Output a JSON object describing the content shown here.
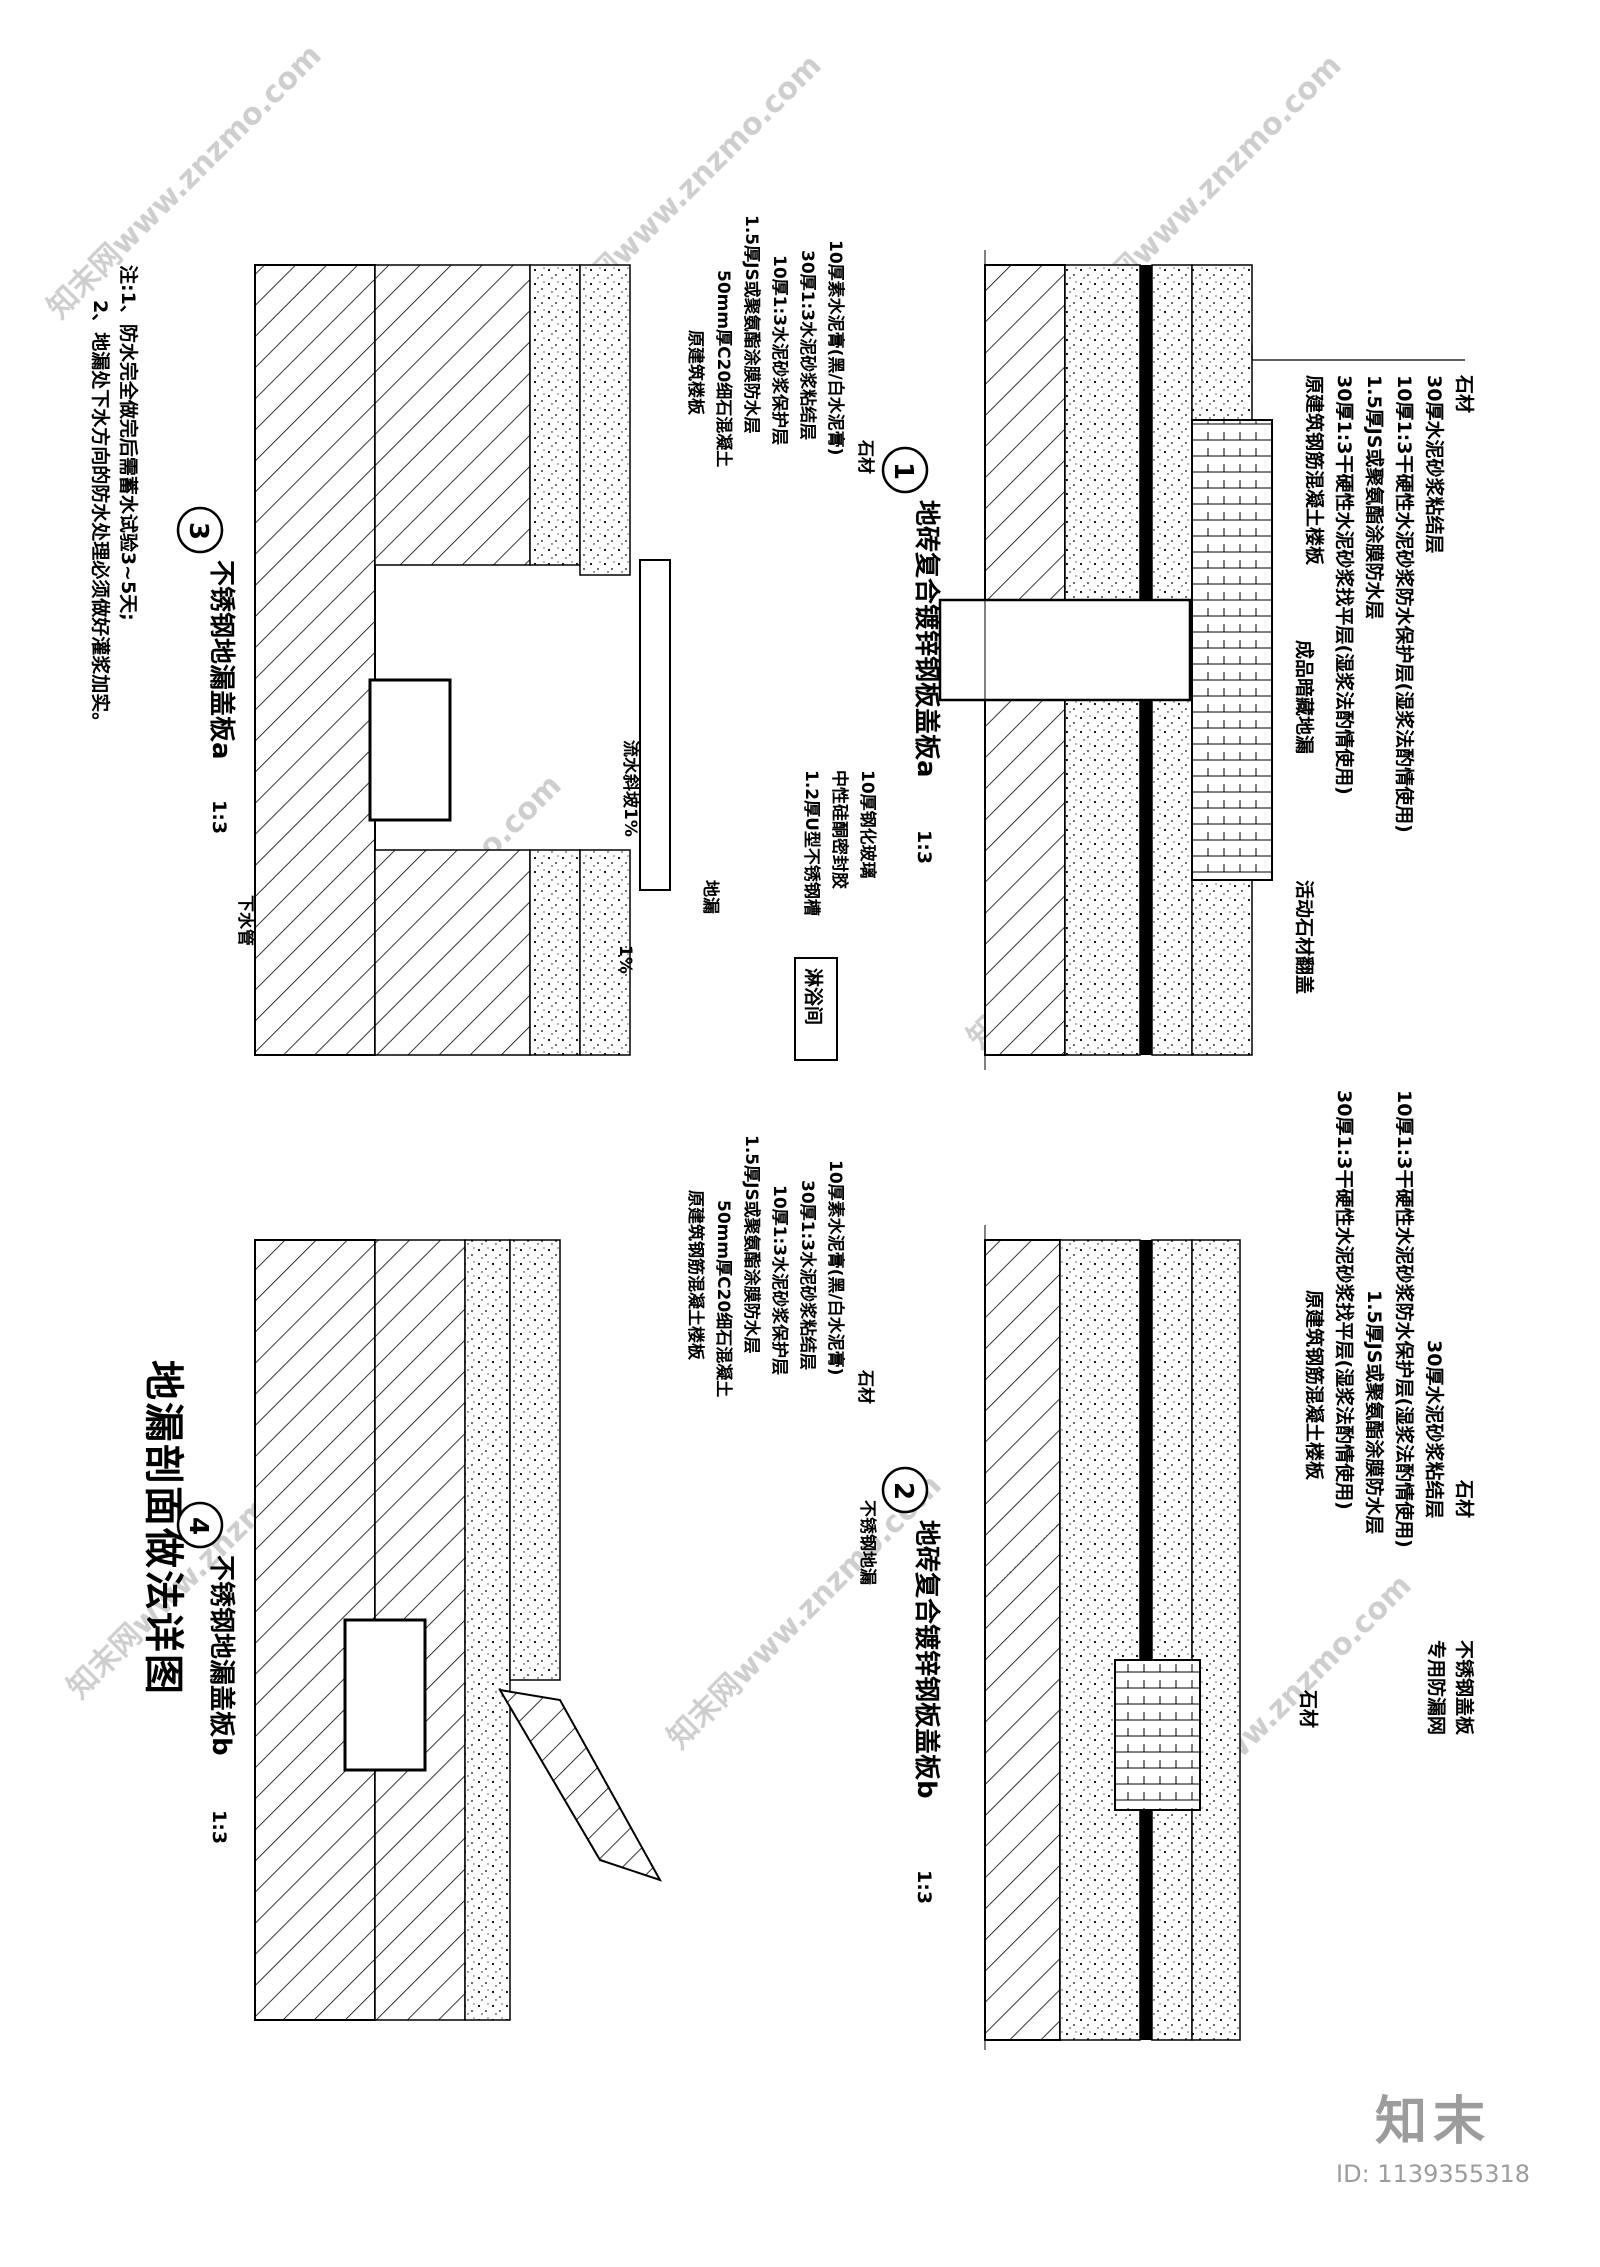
{
  "main_title": "地漏剖面做法详图",
  "watermark": {
    "text": "知末网www.znzmo.com"
  },
  "brand": {
    "logo": "知末",
    "id_label": "ID: 1139355318"
  },
  "notes": {
    "line1": "注:1、防水完全做完后需蓄水试验3~5天;",
    "line2": "2、地漏处下水方向的防水处理必须做好灌浆加实。"
  },
  "details": [
    {
      "number": "1",
      "title": "地砖复合镀锌钢板盖板a",
      "scale": "1:3",
      "layers": [
        "石材",
        "30厚水泥砂浆粘结层",
        "10厚1:3干硬性水泥砂浆防水保护层(湿浆法酌情使用)",
        "1.5厚JS或聚氨酯涂膜防水层",
        "30厚1:3干硬性水泥砂浆找平层(湿浆法酌情使用)",
        "原建筑钢筋混凝土楼板"
      ],
      "callouts": [
        "成品暗藏地漏",
        "活动石材翻盖"
      ]
    },
    {
      "number": "2",
      "title": "地砖复合镀锌钢板盖板b",
      "scale": "1:3",
      "layers": [
        "石材",
        "30厚水泥砂浆粘结层",
        "10厚1:3干硬性水泥砂浆防水保护层(湿浆法酌情使用)",
        "1.5厚JS或聚氨酯涂膜防水层",
        "30厚1:3干硬性水泥砂浆找平层(湿浆法酌情使用)",
        "原建筑钢筋混凝土楼板"
      ],
      "callouts": [
        "不锈钢盖板",
        "专用防漏网",
        "石材"
      ]
    },
    {
      "number": "3",
      "title": "不锈钢地漏盖板a",
      "scale": "1:3",
      "layers": [
        "石材",
        "10厚素水泥膏(黑/白水泥膏)",
        "30厚1:3水泥砂浆粘结层",
        "10厚1:3水泥砂浆保护层",
        "1.5厚JS或聚氨酯涂膜防水层",
        "50mm厚C20细石混凝土",
        "原建筑楼板"
      ],
      "callouts": [
        "10厚钢化玻璃",
        "中性硅酮密封胶",
        "1.2厚U型不锈钢槽",
        "淋浴间",
        "地漏",
        "流水斜坡1%",
        "1%",
        "下水管"
      ]
    },
    {
      "number": "4",
      "title": "不锈钢地漏盖板b",
      "scale": "1:3",
      "layers": [
        "石材",
        "10厚素水泥膏(黑/白水泥膏)",
        "30厚1:3水泥砂浆粘结层",
        "10厚1:3水泥砂浆保护层",
        "1.5厚JS或聚氨酯涂膜防水层",
        "50mm厚C20细石混凝土",
        "原建筑钢筋混凝土楼板"
      ],
      "callouts": [
        "不锈钢地漏"
      ]
    }
  ]
}
